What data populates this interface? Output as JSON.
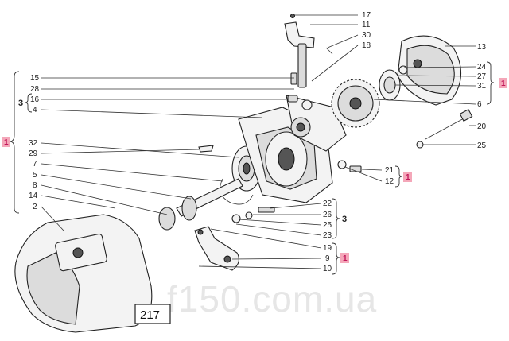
{
  "diagram": {
    "page_number": "217",
    "watermark": "f150.com.ua",
    "highlight_color": "#f4a7b9",
    "callouts_top": [
      "17",
      "11",
      "30",
      "18",
      "13",
      "24",
      "27",
      "31",
      "6",
      "20",
      "25"
    ],
    "callouts_left": [
      "15",
      "28",
      "16",
      "4",
      "32",
      "29",
      "7",
      "5",
      "8",
      "14",
      "2"
    ],
    "callouts_mid": [
      "21",
      "12"
    ],
    "callouts_bottom_right": [
      "22",
      "26",
      "25",
      "23",
      "19",
      "9",
      "10"
    ],
    "group_labels": {
      "left_outer": "1",
      "left_inner": "3",
      "right_top": "1",
      "mid": "1",
      "bottom_group": "3",
      "bottom_ref": "1"
    }
  }
}
